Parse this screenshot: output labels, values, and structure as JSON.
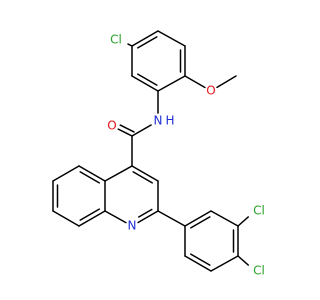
{
  "molecule": {
    "colors": {
      "bond": "#000000",
      "carbon_text": "#000000",
      "chlorine": "#2aa22a",
      "nitrogen": "#1f2fd6",
      "oxygen": "#e3141b"
    },
    "labels": {
      "cl_top": "Cl",
      "o_methoxy": "O",
      "nh": "N",
      "nh_h": "H",
      "o_carbonyl": "O",
      "n_ring": "N",
      "cl_meta": "Cl",
      "cl_para": "Cl"
    }
  }
}
